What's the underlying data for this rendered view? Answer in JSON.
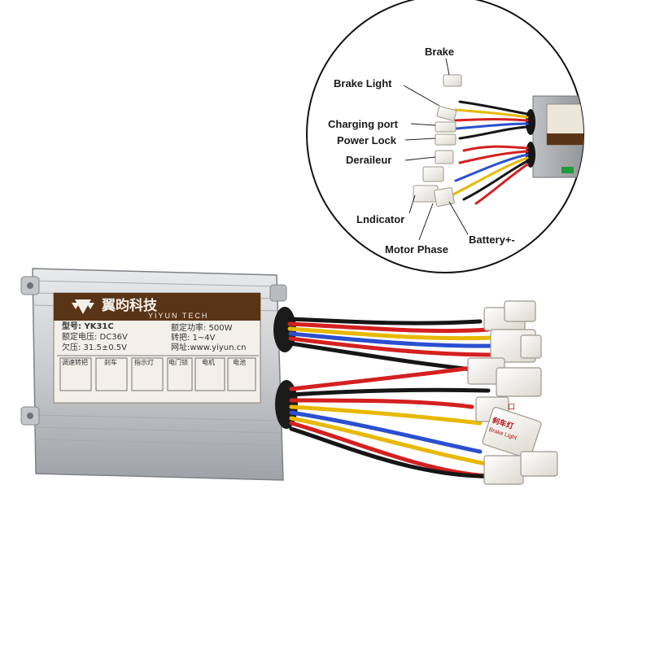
{
  "callouts": {
    "brake": "Brake",
    "brake_light": "Brake Light",
    "charging_port": "Charging port",
    "power_lock": "Power Lock",
    "derailleur": "Deraileur",
    "indicator": "Lndicator",
    "motor_phase": "Motor Phase",
    "battery": "Battery+-"
  },
  "plate": {
    "brand_cn": "翼昀科技",
    "brand_en": "YIYUN TECH",
    "model": "型号: YK31C",
    "voltage": "额定电压: DC36V",
    "undervoltage": "欠压: 31.5±0.5V",
    "power": "额定功率: 500W",
    "throttle": "转把: 1~4V",
    "website": "网址:www.yiyun.cn",
    "ports": [
      "调速转把",
      "刹车",
      "指示灯",
      "电门锁",
      "电机",
      "电池"
    ]
  },
  "tags": {
    "brake_light_tag": "刹车灯",
    "brake_light_tag_en": "Brake Light",
    "port_tag": "口"
  },
  "colors": {
    "wire_red": "#d42020",
    "wire_yellow": "#e8b800",
    "wire_blue": "#2b4fd0",
    "wire_black": "#161616",
    "wire_green": "#1e9a3a",
    "brand_brown": "#5a3417"
  }
}
